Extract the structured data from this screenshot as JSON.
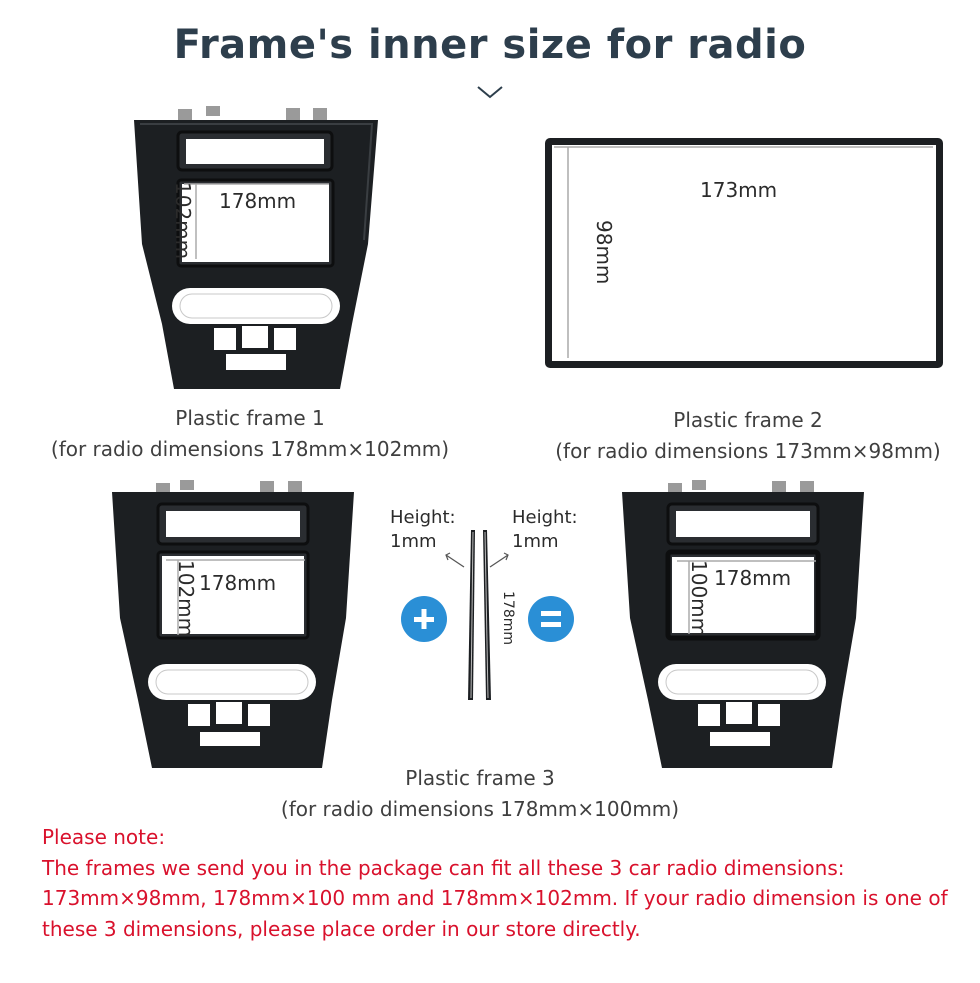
{
  "page": {
    "title": "Frame's inner size for radio"
  },
  "frame1": {
    "width_label": "178mm",
    "height_label": "102mm",
    "caption_line1": "Plastic frame 1",
    "caption_line2": "(for radio dimensions 178mm×102mm)"
  },
  "frame2": {
    "width_label": "173mm",
    "height_label": "98mm",
    "caption_line1": "Plastic frame 2",
    "caption_line2": "(for radio dimensions 173mm×98mm)"
  },
  "frame3": {
    "left_width_label": "178mm",
    "left_height_label": "102mm",
    "strip_length_label": "178mm",
    "height_left": "Height:",
    "height_left_value": "1mm",
    "height_right": "Height:",
    "height_right_value": "1mm",
    "result_width_label": "178mm",
    "result_height_label": "100mm",
    "caption_line1": "Plastic frame 3",
    "caption_line2": "(for radio dimensions 178mm×100mm)"
  },
  "note": {
    "heading": "Please note:",
    "line1": "The frames we send you in the package can fit all these 3 car radio dimensions:",
    "line2": "173mm×98mm,  178mm×100 mm and  178mm×102mm. If your radio dimension is one of",
    "line3": "these 3 dimensions, please place order in our store directly."
  },
  "colors": {
    "title": "#2d3e4c",
    "note": "#d9112c",
    "accent_blue": "#2a8fd6",
    "frame_black": "#1c1f22"
  },
  "icons": [
    "chevron-down-icon",
    "plus-icon",
    "equals-icon"
  ]
}
